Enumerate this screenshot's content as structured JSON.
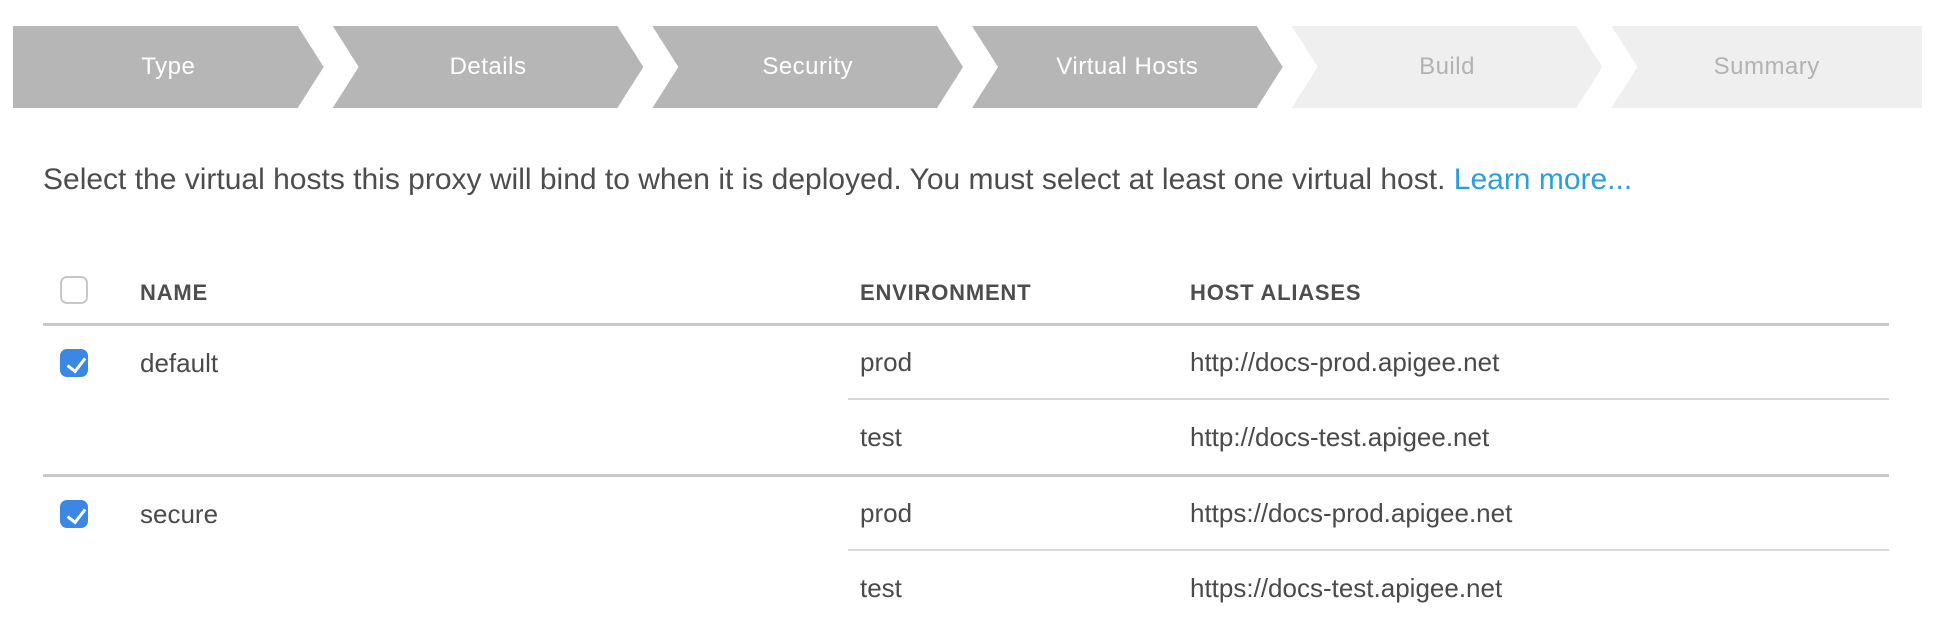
{
  "stepper": {
    "steps": [
      {
        "label": "Type",
        "reached": true
      },
      {
        "label": "Details",
        "reached": true
      },
      {
        "label": "Security",
        "reached": true
      },
      {
        "label": "Virtual Hosts",
        "reached": true
      },
      {
        "label": "Build",
        "reached": false
      },
      {
        "label": "Summary",
        "reached": false
      }
    ]
  },
  "instruction": {
    "text": "Select the virtual hosts this proxy will bind to when it is deployed. You must select at least one virtual host.",
    "link_label": "Learn more..."
  },
  "table": {
    "columns": {
      "name": "NAME",
      "environment": "ENVIRONMENT",
      "host_aliases": "HOST ALIASES"
    },
    "select_all_checked": false,
    "rows": [
      {
        "name": "default",
        "checked": true,
        "bindings": [
          {
            "environment": "prod",
            "host_alias": "http://docs-prod.apigee.net"
          },
          {
            "environment": "test",
            "host_alias": "http://docs-test.apigee.net"
          }
        ]
      },
      {
        "name": "secure",
        "checked": true,
        "bindings": [
          {
            "environment": "prod",
            "host_alias": "https://docs-prod.apigee.net"
          },
          {
            "environment": "test",
            "host_alias": "https://docs-test.apigee.net"
          }
        ]
      }
    ]
  },
  "colors": {
    "step_active_bg": "#b6b6b6",
    "step_upcoming_bg": "#f0efef",
    "step_upcoming_text": "#b2b2b2",
    "link_blue": "#2b9fd9",
    "checkbox_blue": "#3b87e3",
    "text_dark": "#4a4a4a",
    "divider_strong": "#c9c9c9",
    "divider_light": "#d8d8d8"
  }
}
